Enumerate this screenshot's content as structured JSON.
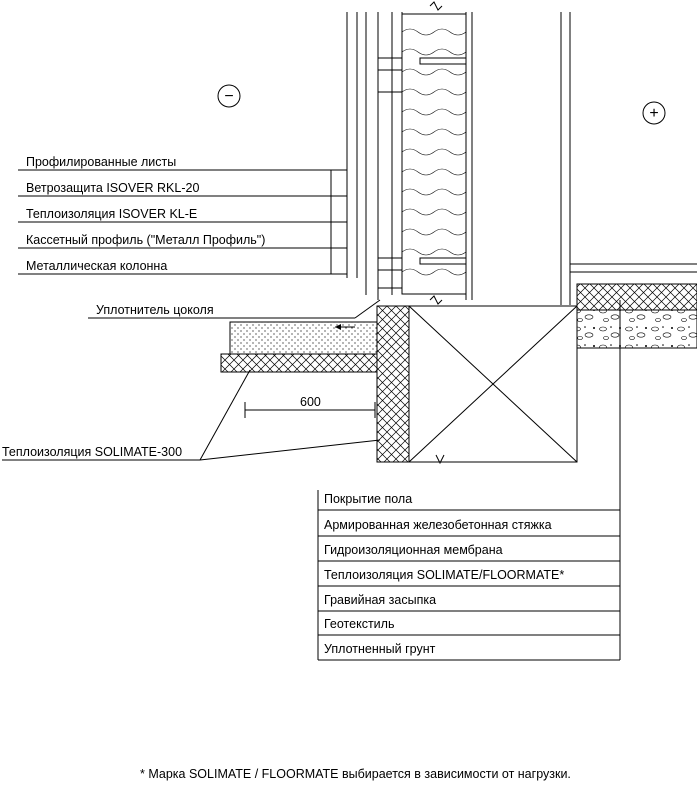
{
  "zones": {
    "outside_symbol": "−",
    "inside_symbol": "+"
  },
  "wall_labels": [
    "Профилированные листы",
    "Ветрозащита ISOVER RKL-20",
    "Теплоизоляция ISOVER KL-E",
    "Кассетный профиль  (\"Металл Профиль\")",
    "Металлическая колонна"
  ],
  "plinth_seal_label": "Уплотнитель цоколя",
  "insulation_label": "Теплоизоляция SOLIMATE-300",
  "dimension_label": "600",
  "floor_labels": [
    "Покрытие пола",
    "Армированная железобетонная стяжка",
    "Гидроизоляционная мембрана",
    "Теплоизоляция SOLIMATE/FLOORMATE*",
    "Гравийная засыпка",
    "Геотекстиль",
    "Уплотненный грунт"
  ],
  "footnote": "* Марка SOLIMATE / FLOORMATE  выбирается в зависимости от нагрузки."
}
